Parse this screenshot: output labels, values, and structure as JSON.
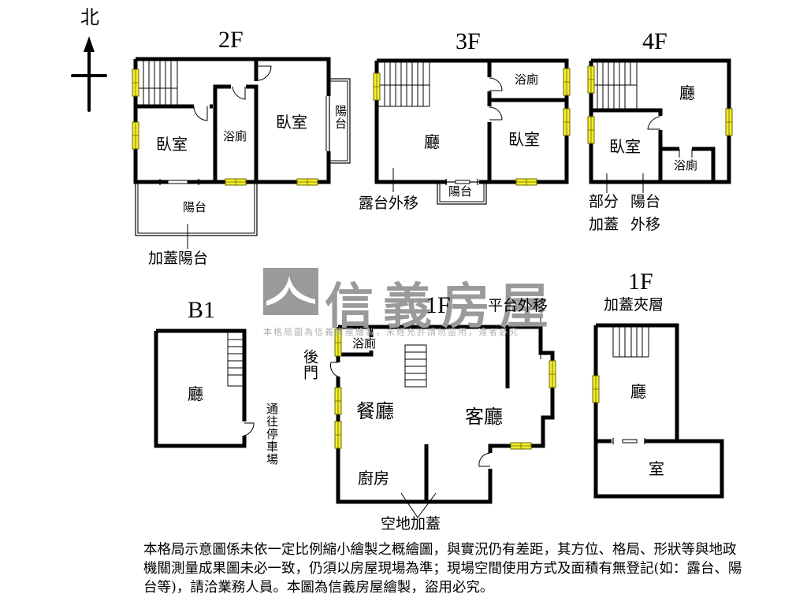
{
  "compass": {
    "label": "北",
    "icon": "north-arrow-icon"
  },
  "colors": {
    "wall": "#000000",
    "window_fill": "#f2ec2c",
    "window_stroke": "#6b6a00",
    "watermark": "#9a9a9a",
    "background": "#ffffff"
  },
  "watermark": {
    "brand": "信義房屋",
    "notice": "本格局圖為信義房屋繪製，未經允許請勿盜用，違者必究",
    "icon": "sinyi-logo-icon"
  },
  "floors": {
    "f2": {
      "title": "2F",
      "rooms": {
        "bedroom_west": "臥室",
        "bathroom": "浴廁",
        "bedroom_east": "臥室",
        "balcony_east": "陽台",
        "balcony_south": "陽台"
      },
      "annotations": {
        "added_balcony": "加蓋陽台"
      }
    },
    "f3": {
      "title": "3F",
      "rooms": {
        "living": "廳",
        "bathroom": "浴廁",
        "bedroom": "臥室",
        "balcony": "陽台"
      },
      "annotations": {
        "terrace_moved": "露台外移"
      }
    },
    "f4": {
      "title": "4F",
      "rooms": {
        "living": "廳",
        "bedroom": "臥室",
        "bathroom": "浴廁"
      },
      "annotations": {
        "partial_1": "部分",
        "partial_2": "加蓋",
        "balcony_1": "陽台",
        "balcony_2": "外移"
      }
    },
    "b1": {
      "title": "B1",
      "rooms": {
        "living": "廳"
      },
      "annotations": {
        "to_parking": "通往停車場"
      }
    },
    "f1": {
      "title": "1F",
      "rooms": {
        "bathroom": "浴廁",
        "dining": "餐廳",
        "living": "客廳",
        "kitchen": "廚房"
      },
      "annotations": {
        "back_door": "後門",
        "platform_moved": "平台外移",
        "vacant_added": "空地加蓋"
      }
    },
    "f1_mezz": {
      "title": "1F",
      "subtitle": "加蓋夾層",
      "rooms": {
        "living": "廳",
        "room": "室"
      }
    }
  },
  "disclaimer": "本格局示意圖係未依一定比例縮小繪製之概繪圖，與實況仍有差距，其方位、格局、形狀等與地政機關測量成果圖未必一致，仍須以房屋現場為準；現場空間使用方式及面積有無登記(如：露台、陽台等)，請洽業務人員。本圖為信義房屋繪製，盜用必究。"
}
